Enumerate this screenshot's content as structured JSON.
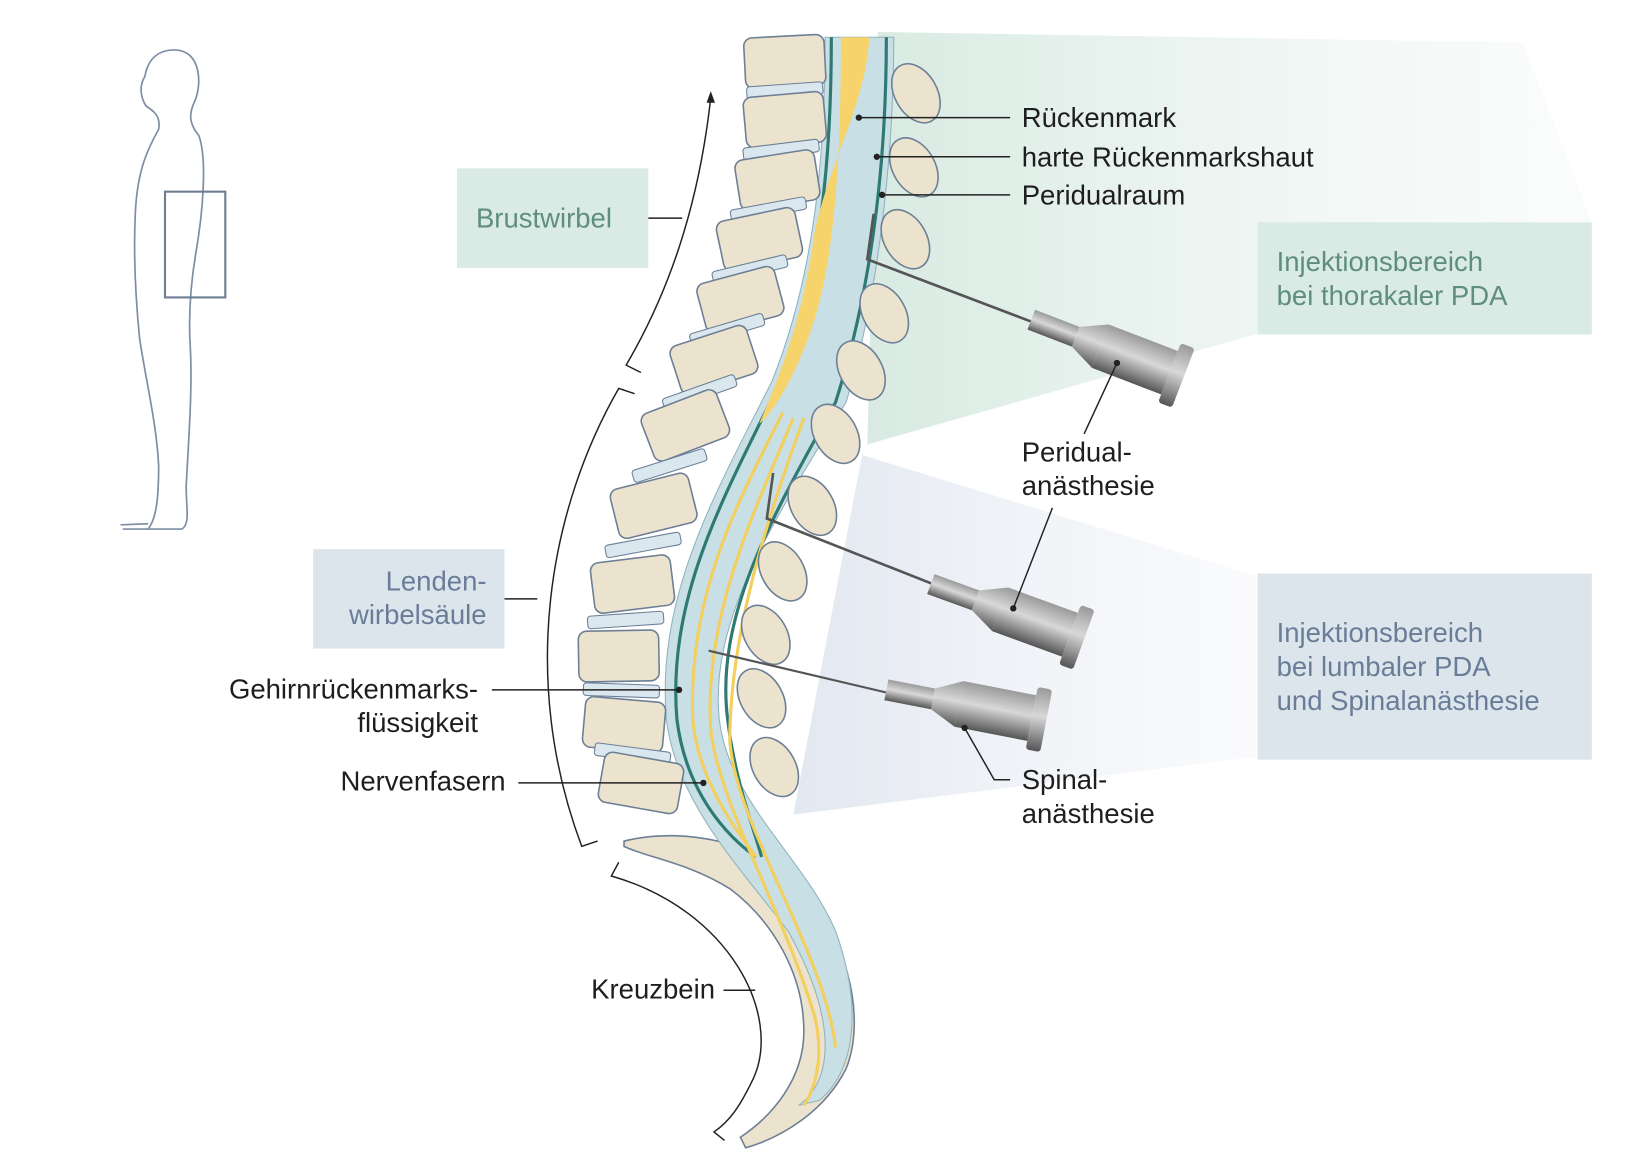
{
  "labels": {
    "rueckenmark": "Rückenmark",
    "harte_haut": "harte Rückenmarkshaut",
    "peridualraum": "Peridualraum",
    "peridualanaesthesie": [
      "Peridual-",
      "anästhesie"
    ],
    "spinalanaesthesie": [
      "Spinal-",
      "anästhesie"
    ],
    "gehirn": [
      "Gehirnrückenmarks-",
      "flüssigkeit"
    ],
    "nervenfasern": "Nervenfasern",
    "kreuzbein": "Kreuzbein"
  },
  "regions": {
    "brustwirbel": "Brustwirbel",
    "lendenwirbelsaeule": [
      "Lenden-",
      "wirbelsäule"
    ]
  },
  "injection_boxes": {
    "thorakal": [
      "Injektionsbereich",
      "bei thorakaler PDA"
    ],
    "lumbal": [
      "Injektionsbereich",
      "bei lumbaler PDA",
      "und Spinalanästhesie"
    ]
  },
  "colors": {
    "thoracic_box": "#d9ebe4",
    "lumbar_box": "#dde5ec",
    "spinal_cord": "#f6d36b",
    "dura": "#2e7a72",
    "bone": "#ece3cf",
    "disc": "#dbe7ef"
  }
}
